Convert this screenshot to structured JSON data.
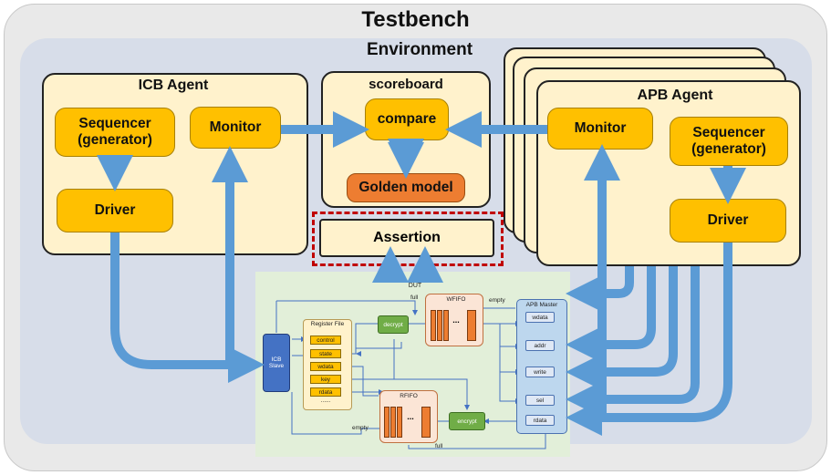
{
  "testbench": {
    "title": "Testbench"
  },
  "environment": {
    "title": "Environment"
  },
  "icb_agent": {
    "title": "ICB Agent",
    "sequencer": "Sequencer\n(generator)",
    "monitor": "Monitor",
    "driver": "Driver"
  },
  "scoreboard": {
    "title": "scoreboard",
    "compare": "compare",
    "golden": "Golden model"
  },
  "assertion": "Assertion",
  "apb_agent": {
    "title": "APB Agent",
    "monitor": "Monitor",
    "sequencer": "Sequencer\n(generator)",
    "driver": "Driver"
  },
  "dut": {
    "title": "DUT",
    "icb_slave": "ICB\nSlave",
    "register_file": {
      "title": "Register File",
      "items": [
        "control",
        "state",
        "wdata",
        "key",
        "rdata",
        "......"
      ]
    },
    "decrypt": "decrypt",
    "encrypt": "encrypt",
    "wfifo": "WFIFO",
    "rfifo": "RFIFO",
    "fifo_dots": "...",
    "apb_master": {
      "title": "APB Master",
      "items": [
        "wdata",
        "addr",
        "write",
        "sel",
        "rdata"
      ]
    },
    "signals": {
      "full_top": "full",
      "empty_top": "empty",
      "empty_bottom": "empty",
      "full_bottom": "full"
    }
  },
  "colors": {
    "arrow": "#5b9bd5",
    "agent_fill": "#fff2cc",
    "block": "#ffc000",
    "golden": "#ed7d31",
    "assertion_border": "#c00000",
    "dut_bg": "#e2efd9",
    "icb_slave": "#4472c4",
    "crypto": "#70ad47",
    "fifo_fill": "#fbe5d6"
  }
}
